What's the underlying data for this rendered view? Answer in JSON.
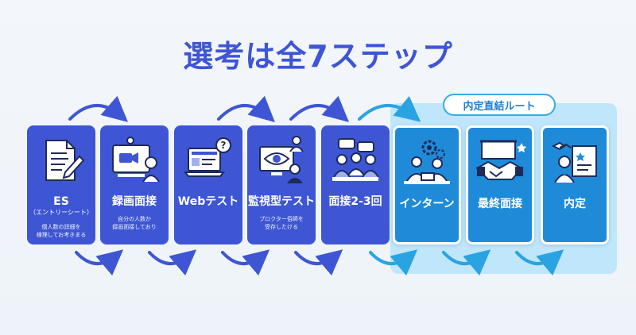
{
  "title": "選考は全7ステップ",
  "route_badge": "内定直結ルート",
  "steps": [
    {
      "title": "ES",
      "sub": "（エントリーシート）",
      "desc": "個人数の詳細を\n様理してお考きまる",
      "icon": "document-pen-icon"
    },
    {
      "title": "録画面接",
      "sub": "",
      "desc": "自分の人数か\n録画面接しており",
      "icon": "video-interview-icon"
    },
    {
      "title": "Webテスト",
      "sub": "",
      "desc": "",
      "icon": "laptop-question-icon"
    },
    {
      "title": "監視型テスト",
      "sub": "",
      "desc": "プロクター佰師を\n受存したける",
      "icon": "proctor-eye-icon"
    },
    {
      "title": "面接2-3回",
      "sub": "",
      "desc": "",
      "icon": "group-interview-icon"
    },
    {
      "title": "インターン",
      "sub": "",
      "desc": "",
      "icon": "intern-gears-icon"
    },
    {
      "title": "最終面接",
      "sub": "",
      "desc": "",
      "icon": "handshake-icon"
    },
    {
      "title": "内定",
      "sub": "",
      "desc": "",
      "icon": "offer-certificate-icon"
    }
  ],
  "colors": {
    "title": "#3e55d4",
    "card": "#3e56d3",
    "route_card": "#1f8bd8",
    "route_bg": "#bfe6fb",
    "arrow": "#3e56d3",
    "route_arrow": "#2aa3e3"
  }
}
